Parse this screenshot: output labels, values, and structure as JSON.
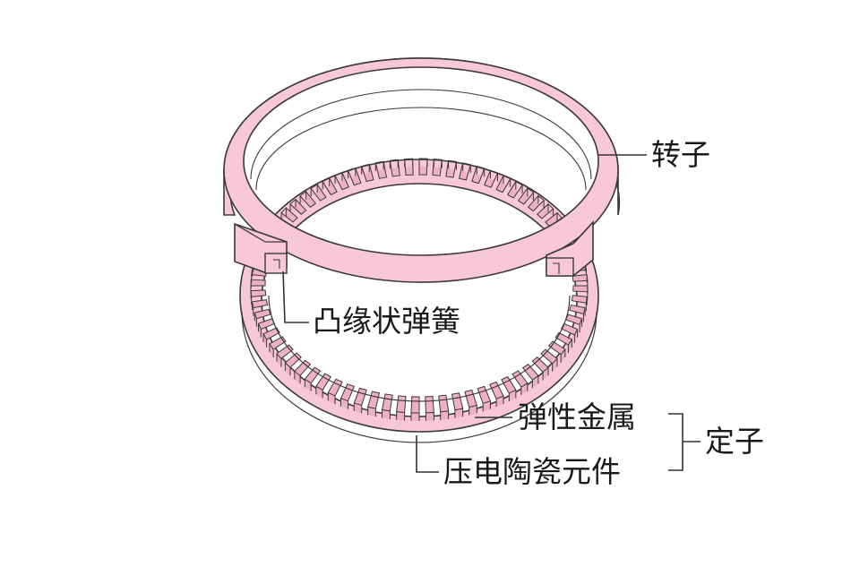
{
  "labels": {
    "rotor": "转子",
    "flange_spring": "凸缘状弹簧",
    "elastic_metal": "弹性金属",
    "piezo_element": "压电陶瓷元件",
    "stator": "定子"
  },
  "colors": {
    "ring_fill": "#f8c7d8",
    "ring_fill_dark": "#eeb0c6",
    "outline": "#3a3a3a",
    "leader": "#333333",
    "background": "#ffffff"
  },
  "stator_teeth_count": 72
}
